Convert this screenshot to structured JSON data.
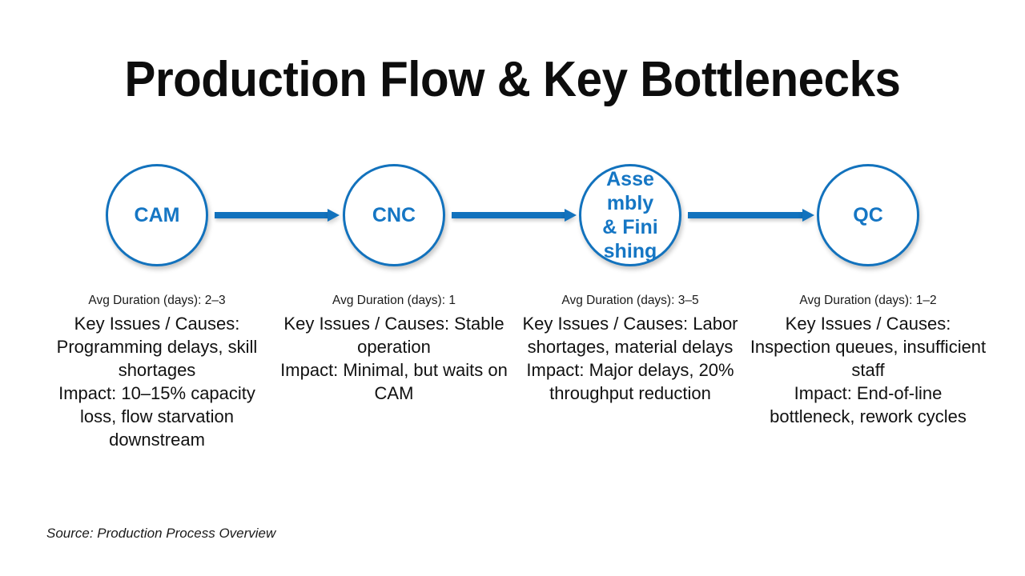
{
  "slide": {
    "title": "Production Flow & Key Bottlenecks",
    "source": "Source: Production Process Overview",
    "accent_color": "#1272BD",
    "label_color": "#1576C4",
    "text_color": "#111111",
    "background_color": "#FFFFFF"
  },
  "flow": {
    "nodes": [
      {
        "id": "cam",
        "label": "CAM"
      },
      {
        "id": "cnc",
        "label": "CNC"
      },
      {
        "id": "assembly-finishing",
        "label": "Assembly & Finishing"
      },
      {
        "id": "qc",
        "label": "QC"
      }
    ],
    "connectors": [
      {
        "id": "cam-to-cnc",
        "icon": "arrow-right-icon"
      },
      {
        "id": "cnc-to-assembly",
        "icon": "arrow-right-icon"
      },
      {
        "id": "assembly-to-qc",
        "icon": "arrow-right-icon"
      }
    ]
  },
  "details": [
    {
      "duration": "Avg Duration (days): 2–3",
      "body": "Key Issues / Causes: Programming delays, skill shortages\nImpact: 10–15% capacity loss, flow starvation downstream"
    },
    {
      "duration": "Avg Duration (days): 1",
      "body": "Key Issues / Causes: Stable operation\nImpact: Minimal, but waits on CAM"
    },
    {
      "duration": "Avg Duration (days): 3–5",
      "body": "Key Issues / Causes: Labor shortages, material delays\nImpact: Major delays, 20% throughput reduction"
    },
    {
      "duration": "Avg Duration (days): 1–2",
      "body": "Key Issues / Causes: Inspection queues, insufficient staff\nImpact: End-of-line bottleneck, rework cycles"
    }
  ]
}
